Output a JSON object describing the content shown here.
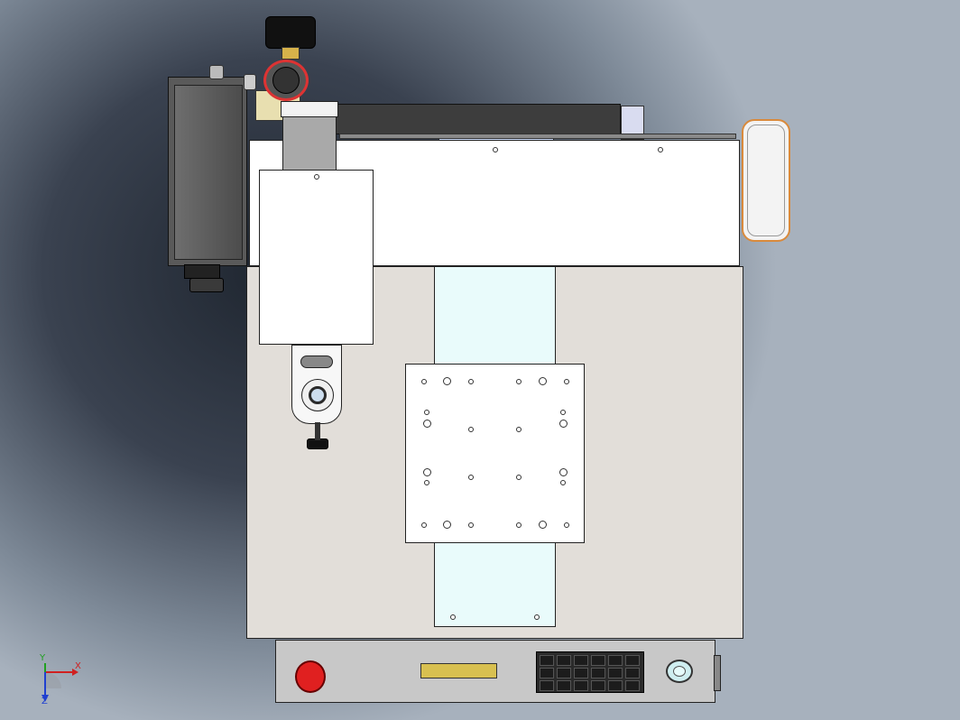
{
  "viewport": {
    "background_dark": "#1f2630",
    "background_light": "#a7b1bd",
    "machine_panel_color": "#e2ded9",
    "gantry_color": "#ffffff",
    "track_color": "#e9fbfb",
    "accent_orange": "#d98a3c"
  },
  "control_panel": {
    "estop_color": "#e02020",
    "display_color": "#d8c050",
    "keypad": {
      "rows": [
        [
          "",
          "",
          "",
          "",
          "",
          ""
        ],
        [
          "",
          "",
          "",
          "",
          "",
          ""
        ],
        [
          "",
          "",
          "",
          "",
          "",
          ""
        ]
      ]
    },
    "start_button_color": "#cfeef0"
  },
  "triad": {
    "x_label": "X",
    "y_label": "Y",
    "z_label": "Z",
    "x_color": "#d02020",
    "y_color": "#20a020",
    "z_color": "#2040d0"
  }
}
